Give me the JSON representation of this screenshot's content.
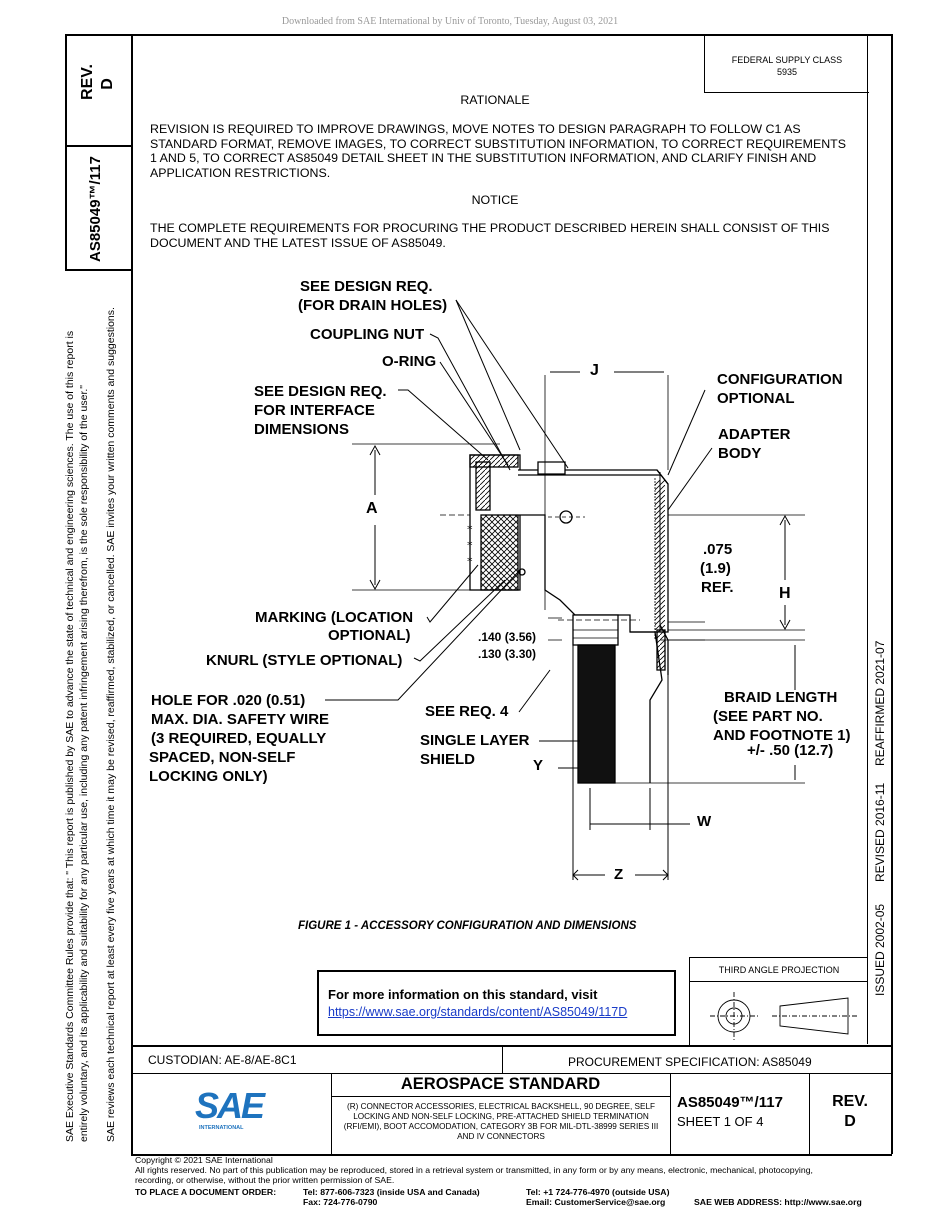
{
  "download_notice": "Downloaded from SAE International by Univ of Toronto, Tuesday, August 03, 2021",
  "side_box": {
    "rev_label": "REV.",
    "rev_value": "D",
    "doc_number": "AS85049™/117"
  },
  "left_disclaimer": {
    "line1": "SAE Executive Standards Committee Rules provide that: \"  This report is published by SAE to advance the state of technical and engineering sciences. The use of this report is",
    "line2": "entirely voluntary, and its applicability and suitability for any particular use, including any patent infringement arising therefrom, is the sole responsibility of the user.\"",
    "line3": "SAE reviews each technical report at least every five years at which time it may be revised, reaffirmed, stabilized, or cancelled. SAE invites your written comments and suggestions."
  },
  "right_strip": {
    "issued": "ISSUED 2002-05",
    "revised": "REVISED 2016-11",
    "reaffirmed": "REAFFIRMED 2021-07"
  },
  "federal_supply": {
    "line1": "FEDERAL SUPPLY CLASS",
    "line2": "5935"
  },
  "rationale": {
    "heading": "RATIONALE",
    "body": "REVISION IS REQUIRED TO IMPROVE DRAWINGS, MOVE NOTES TO DESIGN PARAGRAPH TO FOLLOW C1 AS STANDARD FORMAT, REMOVE IMAGES, TO CORRECT SUBSTITUTION INFORMATION, TO CORRECT REQUIREMENTS 1 AND 5, TO CORRECT AS85049 DETAIL SHEET IN THE SUBSTITUTION INFORMATION, AND CLARIFY FINISH AND APPLICATION RESTRICTIONS."
  },
  "notice": {
    "heading": "NOTICE",
    "body": "THE COMPLETE REQUIREMENTS FOR PROCURING THE PRODUCT DESCRIBED HEREIN SHALL CONSIST OF THIS DOCUMENT AND THE LATEST ISSUE OF AS85049."
  },
  "figure": {
    "labels": {
      "see_design_drain_1": "SEE DESIGN REQ.",
      "see_design_drain_2": "(FOR DRAIN HOLES)",
      "coupling_nut": "COUPLING NUT",
      "o_ring": "O-RING",
      "see_design_interface_1": "SEE DESIGN REQ.",
      "see_design_interface_2": "FOR INTERFACE",
      "see_design_interface_3": "DIMENSIONS",
      "dim_a": "A",
      "dim_j": "J",
      "config_1": "CONFIGURATION",
      "config_2": "OPTIONAL",
      "adapter_1": "ADAPTER",
      "adapter_2": "BODY",
      "ref_1": ".075",
      "ref_2": "(1.9)",
      "ref_3": "REF.",
      "dim_h": "H",
      "marking_1": "MARKING (LOCATION",
      "marking_2": "OPTIONAL)",
      "knurl": "KNURL (STYLE OPTIONAL)",
      "dim_140": ".140 (3.56)",
      "dim_130": ".130 (3.30)",
      "hole_1": "HOLE FOR .020 (0.51)",
      "hole_2": "MAX. DIA. SAFETY WIRE",
      "hole_3": "(3 REQUIRED, EQUALLY",
      "hole_4": "SPACED, NON-SELF",
      "hole_5": "LOCKING ONLY)",
      "see_req_4": "SEE REQ. 4",
      "single_layer_1": "SINGLE LAYER",
      "single_layer_2": "SHIELD",
      "dim_y": "Y",
      "braid_1": "BRAID LENGTH",
      "braid_2": "(SEE PART NO.",
      "braid_3": "AND FOOTNOTE 1)",
      "braid_4": "+/- .50 (12.7)",
      "dim_w": "W",
      "dim_z": "Z"
    },
    "caption": "FIGURE 1 - ACCESSORY CONFIGURATION AND DIMENSIONS"
  },
  "info_box": {
    "title": "For more information on this standard, visit",
    "link": "https://www.sae.org/standards/content/AS85049/117D"
  },
  "projection": {
    "label": "THIRD ANGLE PROJECTION"
  },
  "title_block": {
    "custodian": "CUSTODIAN: AE-8/AE-8C1",
    "procurement": "PROCUREMENT SPECIFICATION: AS85049",
    "logo_text": "SAE",
    "logo_sub": "INTERNATIONAL",
    "standard_type": "AEROSPACE STANDARD",
    "description": "(R) CONNECTOR ACCESSORIES, ELECTRICAL BACKSHELL, 90 DEGREE, SELF LOCKING AND NON-SELF LOCKING, PRE-ATTACHED SHIELD TERMINATION (RFI/EMI), BOOT ACCOMODATION, CATEGORY 3B FOR MIL-DTL-38999 SERIES III AND IV CONNECTORS",
    "doc_number": "AS85049™/117",
    "sheet": "SHEET 1 OF 4",
    "rev_label": "REV.",
    "rev_value": "D"
  },
  "footer": {
    "copyright": "Copyright © 2021 SAE International",
    "rights": "All rights reserved. No part of this publication may be reproduced, stored in a retrieval system or transmitted, in any form or by any means, electronic, mechanical, photocopying,",
    "rights2": "recording, or otherwise, without the prior written permission of SAE.",
    "order_label": "TO PLACE A DOCUMENT ORDER:",
    "tel_usa": "Tel: 877-606-7323 (inside USA and Canada)",
    "fax": "Fax: 724-776-0790",
    "tel_intl": "Tel: +1 724-776-4970 (outside USA)",
    "email": "Email: CustomerService@sae.org",
    "web": "SAE WEB ADDRESS: http://www.sae.org"
  }
}
